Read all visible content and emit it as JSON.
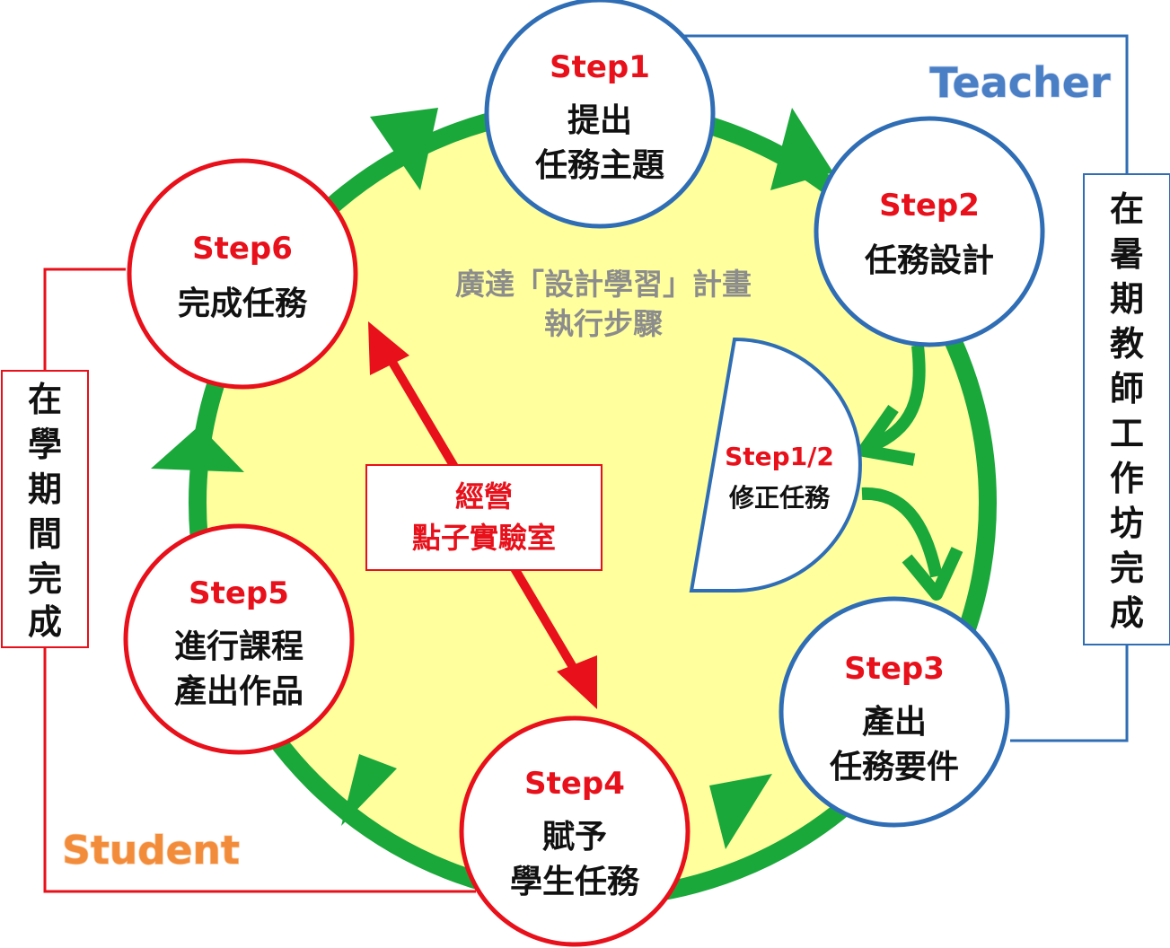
{
  "center": {
    "line1": "廣達「設計學習」計畫",
    "line2": "執行步驟"
  },
  "roles": {
    "teacher": "Teacher",
    "student": "Student"
  },
  "side_notes": {
    "right_chars": [
      "在",
      "暑",
      "期",
      "教",
      "師",
      "工",
      "作",
      "坊",
      "完",
      "成"
    ],
    "left_chars": [
      "在",
      "學",
      "期",
      "間",
      "完",
      "成"
    ]
  },
  "steps": [
    {
      "label": "Step1",
      "lines": [
        "提出",
        "任務主題"
      ]
    },
    {
      "label": "Step2",
      "lines": [
        "任務設計"
      ]
    },
    {
      "label": "Step3",
      "lines": [
        "產出",
        "任務要件"
      ]
    },
    {
      "label": "Step4",
      "lines": [
        "賦予",
        "學生任務"
      ]
    },
    {
      "label": "Step5",
      "lines": [
        "進行課程",
        "產出作品"
      ]
    },
    {
      "label": "Step6",
      "lines": [
        "完成任務"
      ]
    }
  ],
  "revise": {
    "label": "Step1/2",
    "text": "修正任務"
  },
  "lab_box": {
    "line1": "經營",
    "line2": "點子實驗室"
  },
  "colors": {
    "cycle_green": "#1aa83a",
    "inner_fill": "#ffff9e",
    "teacher_blue": "#1f63b8",
    "student_red": "#e8101a"
  }
}
